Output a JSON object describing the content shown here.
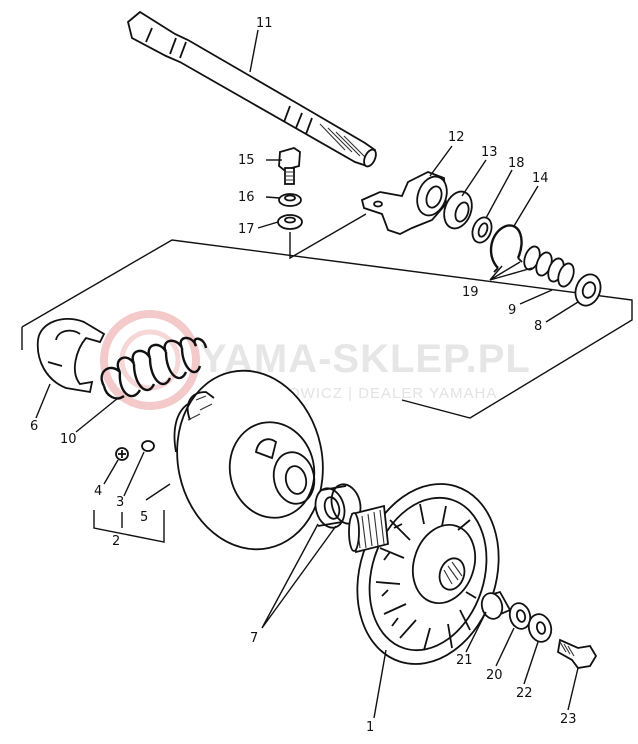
{
  "watermark": {
    "title": "YAMA-SKLEP.PL",
    "subtitle": "WOJCIECHOWICZ | DEALER YAMAHA",
    "color": "#e6e6e6",
    "logo_color": "#f3c9c9"
  },
  "callouts": {
    "p1": "1",
    "p2": "2",
    "p3": "3",
    "p4": "4",
    "p5": "5",
    "p6": "6",
    "p7": "7",
    "p8": "8",
    "p9": "9",
    "p10": "10",
    "p11": "11",
    "p12": "12",
    "p13": "13",
    "p14": "14",
    "p15": "15",
    "p16": "16",
    "p17": "17",
    "p18": "18",
    "p19": "19",
    "p20": "20",
    "p21": "21",
    "p22": "22",
    "p23": "23"
  }
}
